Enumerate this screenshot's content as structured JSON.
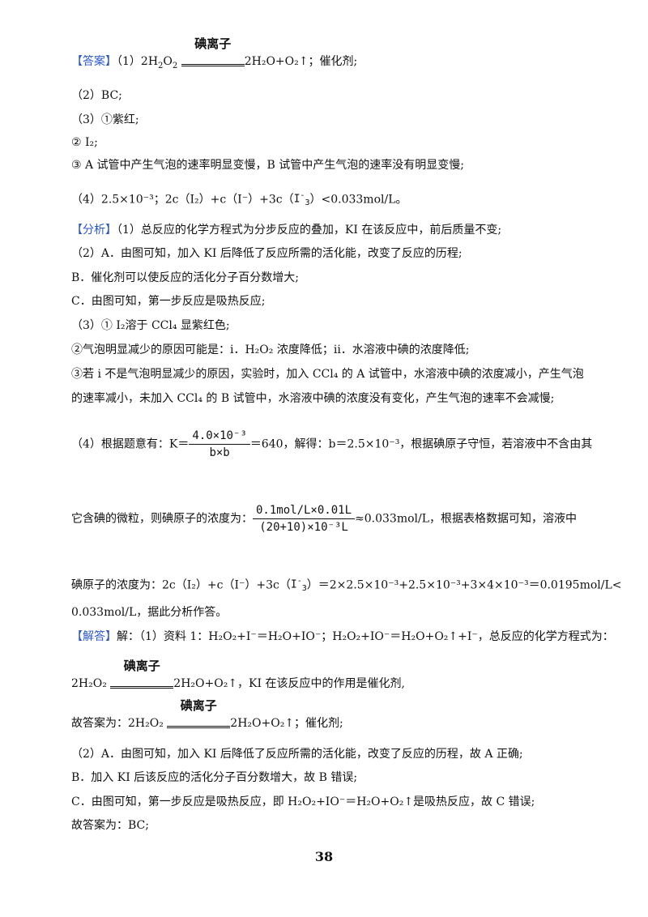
{
  "answer": {
    "tag": "【答案】",
    "l1_pre": "（1）2H",
    "l1_mid": "O",
    "catalyst_word": "碘离子",
    "l1_post": "2H₂O+O₂↑；催化剂;",
    "l2": "（2）BC;",
    "l3": "（3）①紫红;",
    "l4": "② I₂;",
    "l5": "③ A 试管中产生气泡的速率明显变慢，B 试管中产生气泡的速率没有明显变慢;",
    "l6_pre": "（4）2.5×10⁻³；2c（I₂）+c（I⁻）+3c（",
    "l6_post": "）<0.033mol/L。"
  },
  "analysis": {
    "tag": "【分析】",
    "l1": "（1）总反应的化学方程式为分步反应的叠加，KI 在该反应中，前后质量不变;",
    "l2": "（2）A．由图可知，加入 KI 后降低了反应所需的活化能，改变了反应的历程;",
    "l3": "B．催化剂可以使反应的活化分子百分数增大;",
    "l4": "C．由图可知，第一步反应是吸热反应;",
    "l5": "（3）① I₂溶于 CCl₄ 显紫红色;",
    "l6": "②气泡明显减少的原因可能是：i．H₂O₂ 浓度降低；ii．水溶液中碘的浓度降低;",
    "l7": "③若 i 不是气泡明显减少的原因，实验时，加入 CCl₄ 的 A 试管中，水溶液中碘的浓度减小，产生气泡",
    "l8": "的速率减小，未加入 CCl₄ 的 B 试管中，水溶液中碘的浓度没有变化，产生气泡的速率不会减慢;",
    "l9_pre": "（4）根据题意有：K＝",
    "frac1_num": "4.0×10⁻³",
    "frac1_den": "b×b",
    "l9_post": "＝640，解得：b＝2.5×10⁻³，根据碘原子守恒，若溶液中不含由其",
    "l10_pre": "它含碘的微粒，则碘原子的浓度为：",
    "frac2_num": "0.1mol/L×0.01L",
    "frac2_den": "(20+10)×10⁻³L",
    "l10_post": "≈0.033mol/L，根据表格数据可知，溶液中",
    "l11_pre": "碘原子的浓度为：2c（I₂）+c（I⁻）+3c（",
    "l11_post": "）＝2×2.5×10⁻³+2.5×10⁻³+3×4×10⁻³＝0.0195mol/L<",
    "l12": "0.033mol/L，据此分析作答。"
  },
  "solution": {
    "tag": "【解答】",
    "l1": "解：（1）资料 1：H₂O₂+I⁻＝H₂O+IO⁻；H₂O₂+IO⁻＝H₂O+O₂↑+I⁻，总反应的化学方程式为：",
    "l2_pre": "2H₂O₂",
    "l2_post": "2H₂O+O₂↑，KI 在该反应中的作用是催化剂,",
    "l3_pre": "故答案为：2H₂O₂",
    "l3_post": "2H₂O+O₂↑；催化剂;",
    "l4": "（2）A．由图可知，加入 KI 后降低了反应所需的活化能，改变了反应的历程，故 A 正确;",
    "l5": "B．加入 KI 后该反应的活化分子百分数增大，故 B 错误;",
    "l6": "C．由图可知，第一步反应是吸热反应，即 H₂O₂+IO⁻＝H₂O+O₂↑是吸热反应，故 C 错误;",
    "l7": "故答案为：BC;"
  },
  "ion_main": "I",
  "ion_charge": "-",
  "ion_sub": "3",
  "page_number": "38"
}
